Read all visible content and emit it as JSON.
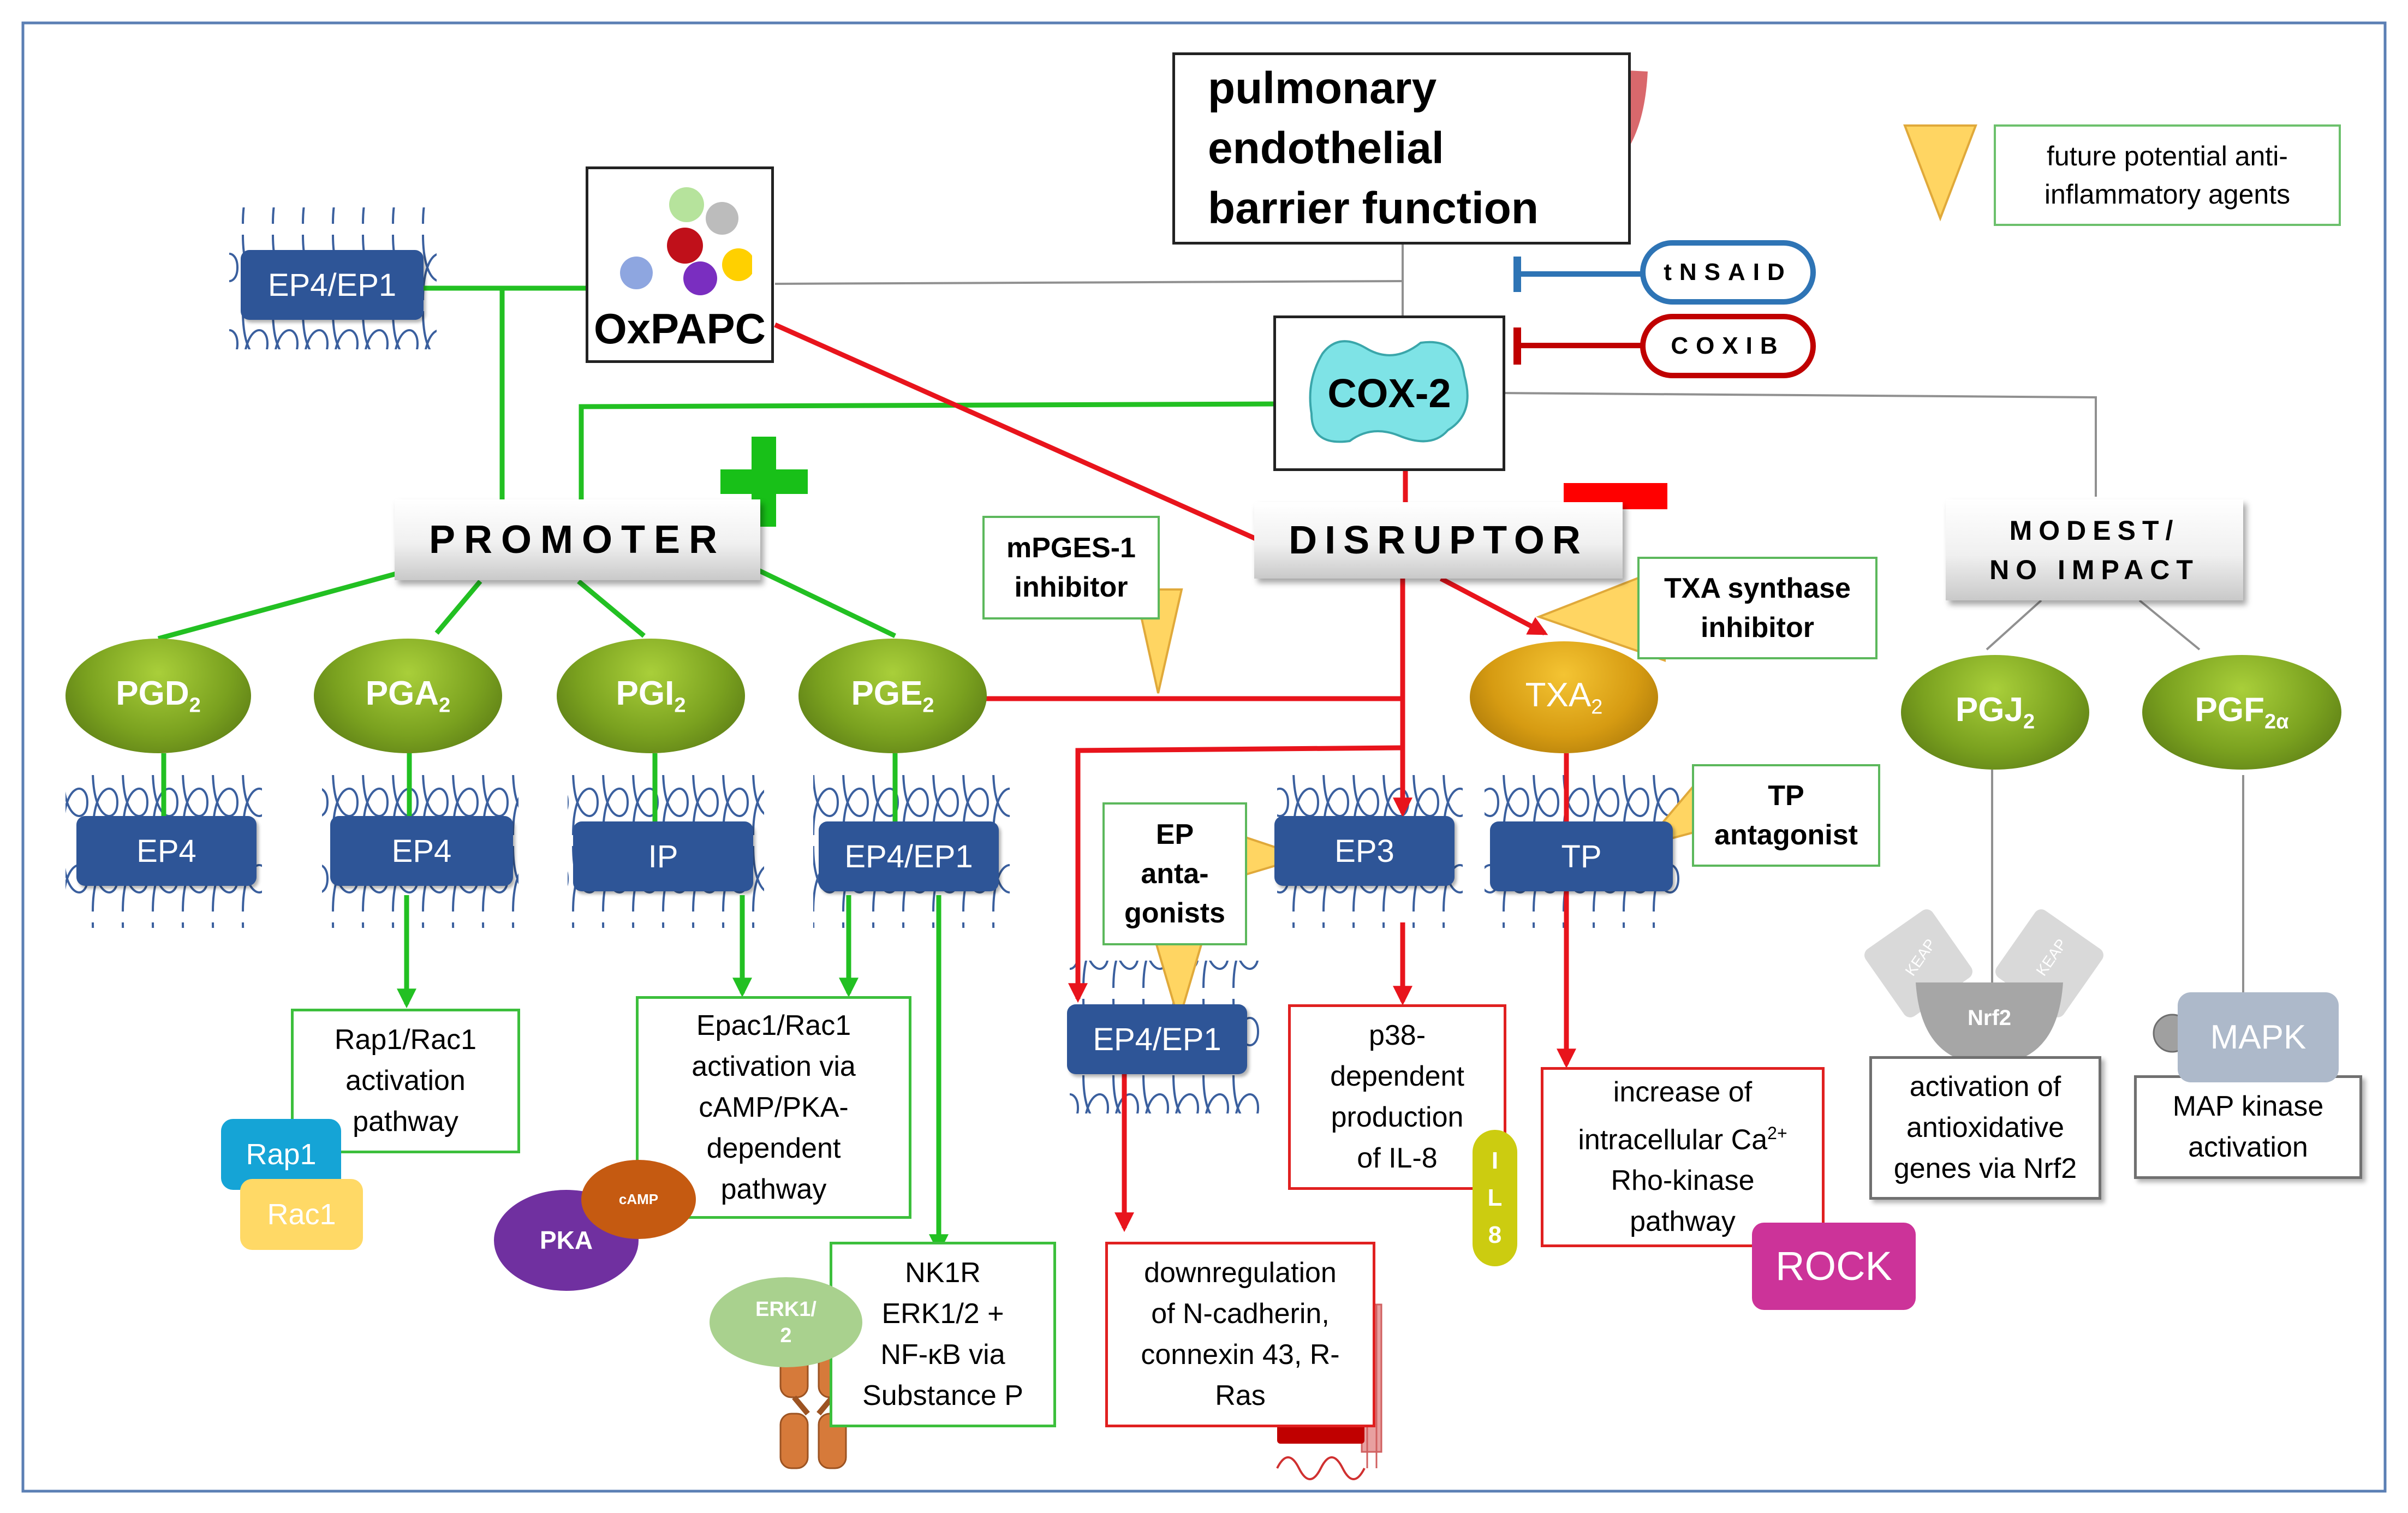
{
  "title": {
    "line1": "pulmonary",
    "line2": "endothelial",
    "line3": "barrier function"
  },
  "legend": {
    "line1": "future potential anti-",
    "line2": "inflammatory agents"
  },
  "inhibitors": {
    "tnsaid": "tNSAID",
    "coxib": "COXIB"
  },
  "oxpapc": "OxPAPC",
  "cox2": "COX-2",
  "categories": {
    "promoter": "PROMOTER",
    "disruptor": "DISRUPTOR",
    "modest_line1": "MODEST/",
    "modest_line2": "NO IMPACT"
  },
  "receptor_top": "EP4/EP1",
  "prostanoids": {
    "pgd2": {
      "base": "PGD",
      "sub": "2"
    },
    "pga2": {
      "base": "PGA",
      "sub": "2"
    },
    "pgi2": {
      "base": "PGI",
      "sub": "2"
    },
    "pge2": {
      "base": "PGE",
      "sub": "2"
    },
    "txa2": {
      "base": "TXA",
      "sub": "2"
    },
    "pgj2": {
      "base": "PGJ",
      "sub": "2"
    },
    "pgf2a": {
      "base": "PGF",
      "sub": "2α"
    }
  },
  "receptors": {
    "ep4_a": "EP4",
    "ep4_b": "EP4",
    "ip": "IP",
    "ep4ep1_pge": "EP4/EP1",
    "ep3": "EP3",
    "tp": "TP",
    "ep4ep1_dis": "EP4/EP1"
  },
  "agents": {
    "mpges_line1": "mPGES-1",
    "mpges_line2": "inhibitor",
    "txa_line1": "TXA synthase",
    "txa_line2": "inhibitor",
    "tp_line1": "TP",
    "tp_line2": "antagonist",
    "ep_line1": "EP",
    "ep_line2": "anta-",
    "ep_line3": "gonists"
  },
  "outcomes": {
    "rap_rac": [
      "Rap1/Rac1",
      "activation",
      "pathway"
    ],
    "epac": [
      "Epac1/Rac1",
      "activation via",
      "cAMP/PKA-",
      "dependent",
      "pathway"
    ],
    "nk1r": [
      "NK1R",
      "ERK1/2 +",
      "NF-κB via",
      "Substance P"
    ],
    "cadherin": [
      "downregulation",
      "of N-cadherin,",
      "connexin 43, R-",
      "Ras"
    ],
    "p38": [
      "p38-",
      "dependent",
      "production",
      "of IL-8"
    ],
    "calcium_line1": "increase of",
    "calcium_line2_base": "intracellular Ca",
    "calcium_line2_sup": "2+",
    "calcium_line3": "Rho-kinase",
    "calcium_line4": "pathway",
    "nrf2": [
      "activation of",
      "antioxidative",
      "genes via Nrf2"
    ],
    "mapk_act": [
      "MAP kinase",
      "activation"
    ]
  },
  "molecules": {
    "rap1": "Rap1",
    "rac1": "Rac1",
    "pka": "PKA",
    "camp": "cAMP",
    "erk": "ERK1/",
    "erk2": "2",
    "il8": [
      "I",
      "L",
      "8"
    ],
    "rock": "ROCK",
    "nrf2": "Nrf2",
    "keap": "KEAP",
    "mapk": "MAPK"
  },
  "colors": {
    "promote": "#22c022",
    "disrupt": "#e8141c",
    "neutral": "#909090",
    "receptor": "#2e5597",
    "agent": "#ffd562"
  }
}
